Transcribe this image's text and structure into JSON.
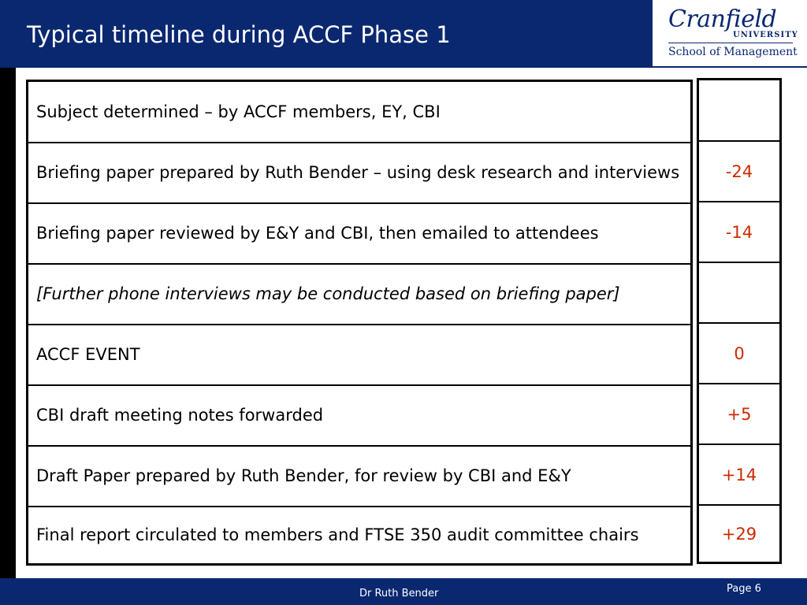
{
  "slide": {
    "title": "Typical timeline during ACCF Phase 1"
  },
  "logo": {
    "name": "Cranfield",
    "university": "UNIVERSITY",
    "school": "School of Management"
  },
  "timeline": {
    "steps": [
      {
        "text": "Subject determined – by ACCF members, EY, CBI",
        "day": ""
      },
      {
        "text": "Briefing paper prepared by Ruth Bender – using desk research and interviews",
        "day": "-24"
      },
      {
        "text": "Briefing paper reviewed by E&Y and CBI, then emailed to attendees",
        "day": "-14"
      },
      {
        "text": "[Further phone interviews may be conducted based on briefing paper]",
        "day": ""
      },
      {
        "text": "ACCF EVENT",
        "day": "0"
      },
      {
        "text": "CBI draft meeting notes forwarded",
        "day": "+5"
      },
      {
        "text": "Draft Paper prepared by Ruth Bender, for review by CBI and E&Y",
        "day": "+14"
      },
      {
        "text": "Final report circulated to members and FTSE 350 audit committee chairs",
        "day": "+29"
      }
    ]
  },
  "footer": {
    "author": "Dr Ruth Bender",
    "page": "Page 6"
  },
  "colors": {
    "header_bg": "#0a2870",
    "day_text": "#cc2a00"
  }
}
